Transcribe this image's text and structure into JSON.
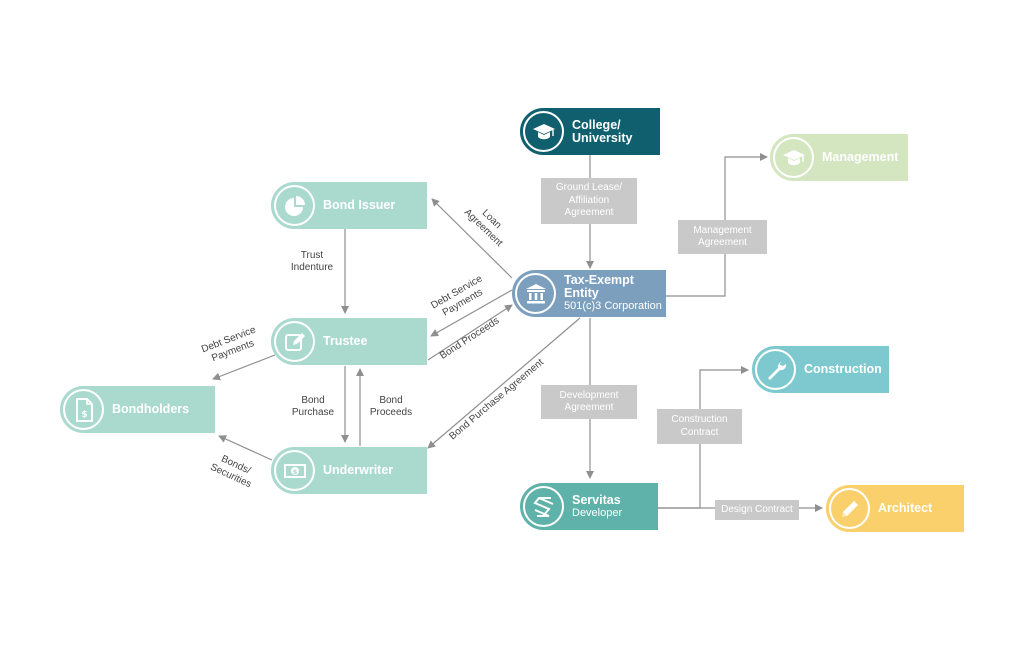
{
  "colors": {
    "mint": "#a9dacd",
    "mint_dark": "#8fcdbb",
    "navy": "#0f5f6f",
    "steel": "#7c9fbe",
    "sage": "#d3e6c0",
    "cyan": "#7ec9d0",
    "teal": "#5fb2a9",
    "yellow": "#fad06c",
    "gray_box": "#c9c9c9",
    "arrow": "#8f8f8f"
  },
  "nodes": {
    "college": {
      "title": "College/ University",
      "icon": "graduation-cap-icon"
    },
    "management": {
      "title": "Management",
      "icon": "graduation-cap-icon"
    },
    "bond_issuer": {
      "title": "Bond Issuer",
      "icon": "pie-chart-icon"
    },
    "tax_exempt": {
      "title": "Tax-Exempt Entity",
      "subtitle": "501(c)3 Corporation",
      "icon": "bank-icon"
    },
    "trustee": {
      "title": "Trustee",
      "icon": "edit-icon"
    },
    "bondholders": {
      "title": "Bondholders",
      "icon": "document-dollar-icon"
    },
    "underwriter": {
      "title": "Underwriter",
      "icon": "banknote-icon"
    },
    "construction": {
      "title": "Construction",
      "icon": "wrench-icon"
    },
    "servitas": {
      "title": "Servitas",
      "subtitle": "Developer",
      "icon": "servitas-logo-icon"
    },
    "architect": {
      "title": "Architect",
      "icon": "pencil-icon"
    }
  },
  "boxes": {
    "ground_lease": [
      "Ground Lease/",
      "Affiliation",
      "Agreement"
    ],
    "management_agreement": [
      "Management",
      "Agreement"
    ],
    "development_agreement": [
      "Development",
      "Agreement"
    ],
    "construction_contract": [
      "Construction",
      "Contract"
    ],
    "design_contract": [
      "Design Contract"
    ]
  },
  "labels": {
    "loan_agreement": [
      "Loan",
      "Agreement"
    ],
    "trust_indenture": [
      "Trust",
      "Indenture"
    ],
    "debt_service_trustee": [
      "Debt Service",
      "Payments"
    ],
    "bond_proceeds_trustee": [
      "Bond Proceeds"
    ],
    "debt_service_bondholders": [
      "Debt Service",
      "Payments"
    ],
    "bond_purchase": [
      "Bond",
      "Purchase"
    ],
    "bond_proceeds": [
      "Bond",
      "Proceeds"
    ],
    "bond_purchase_agreement": [
      "Bond Purchase Agreement"
    ],
    "bonds_securities": [
      "Bonds/",
      "Securities"
    ]
  }
}
